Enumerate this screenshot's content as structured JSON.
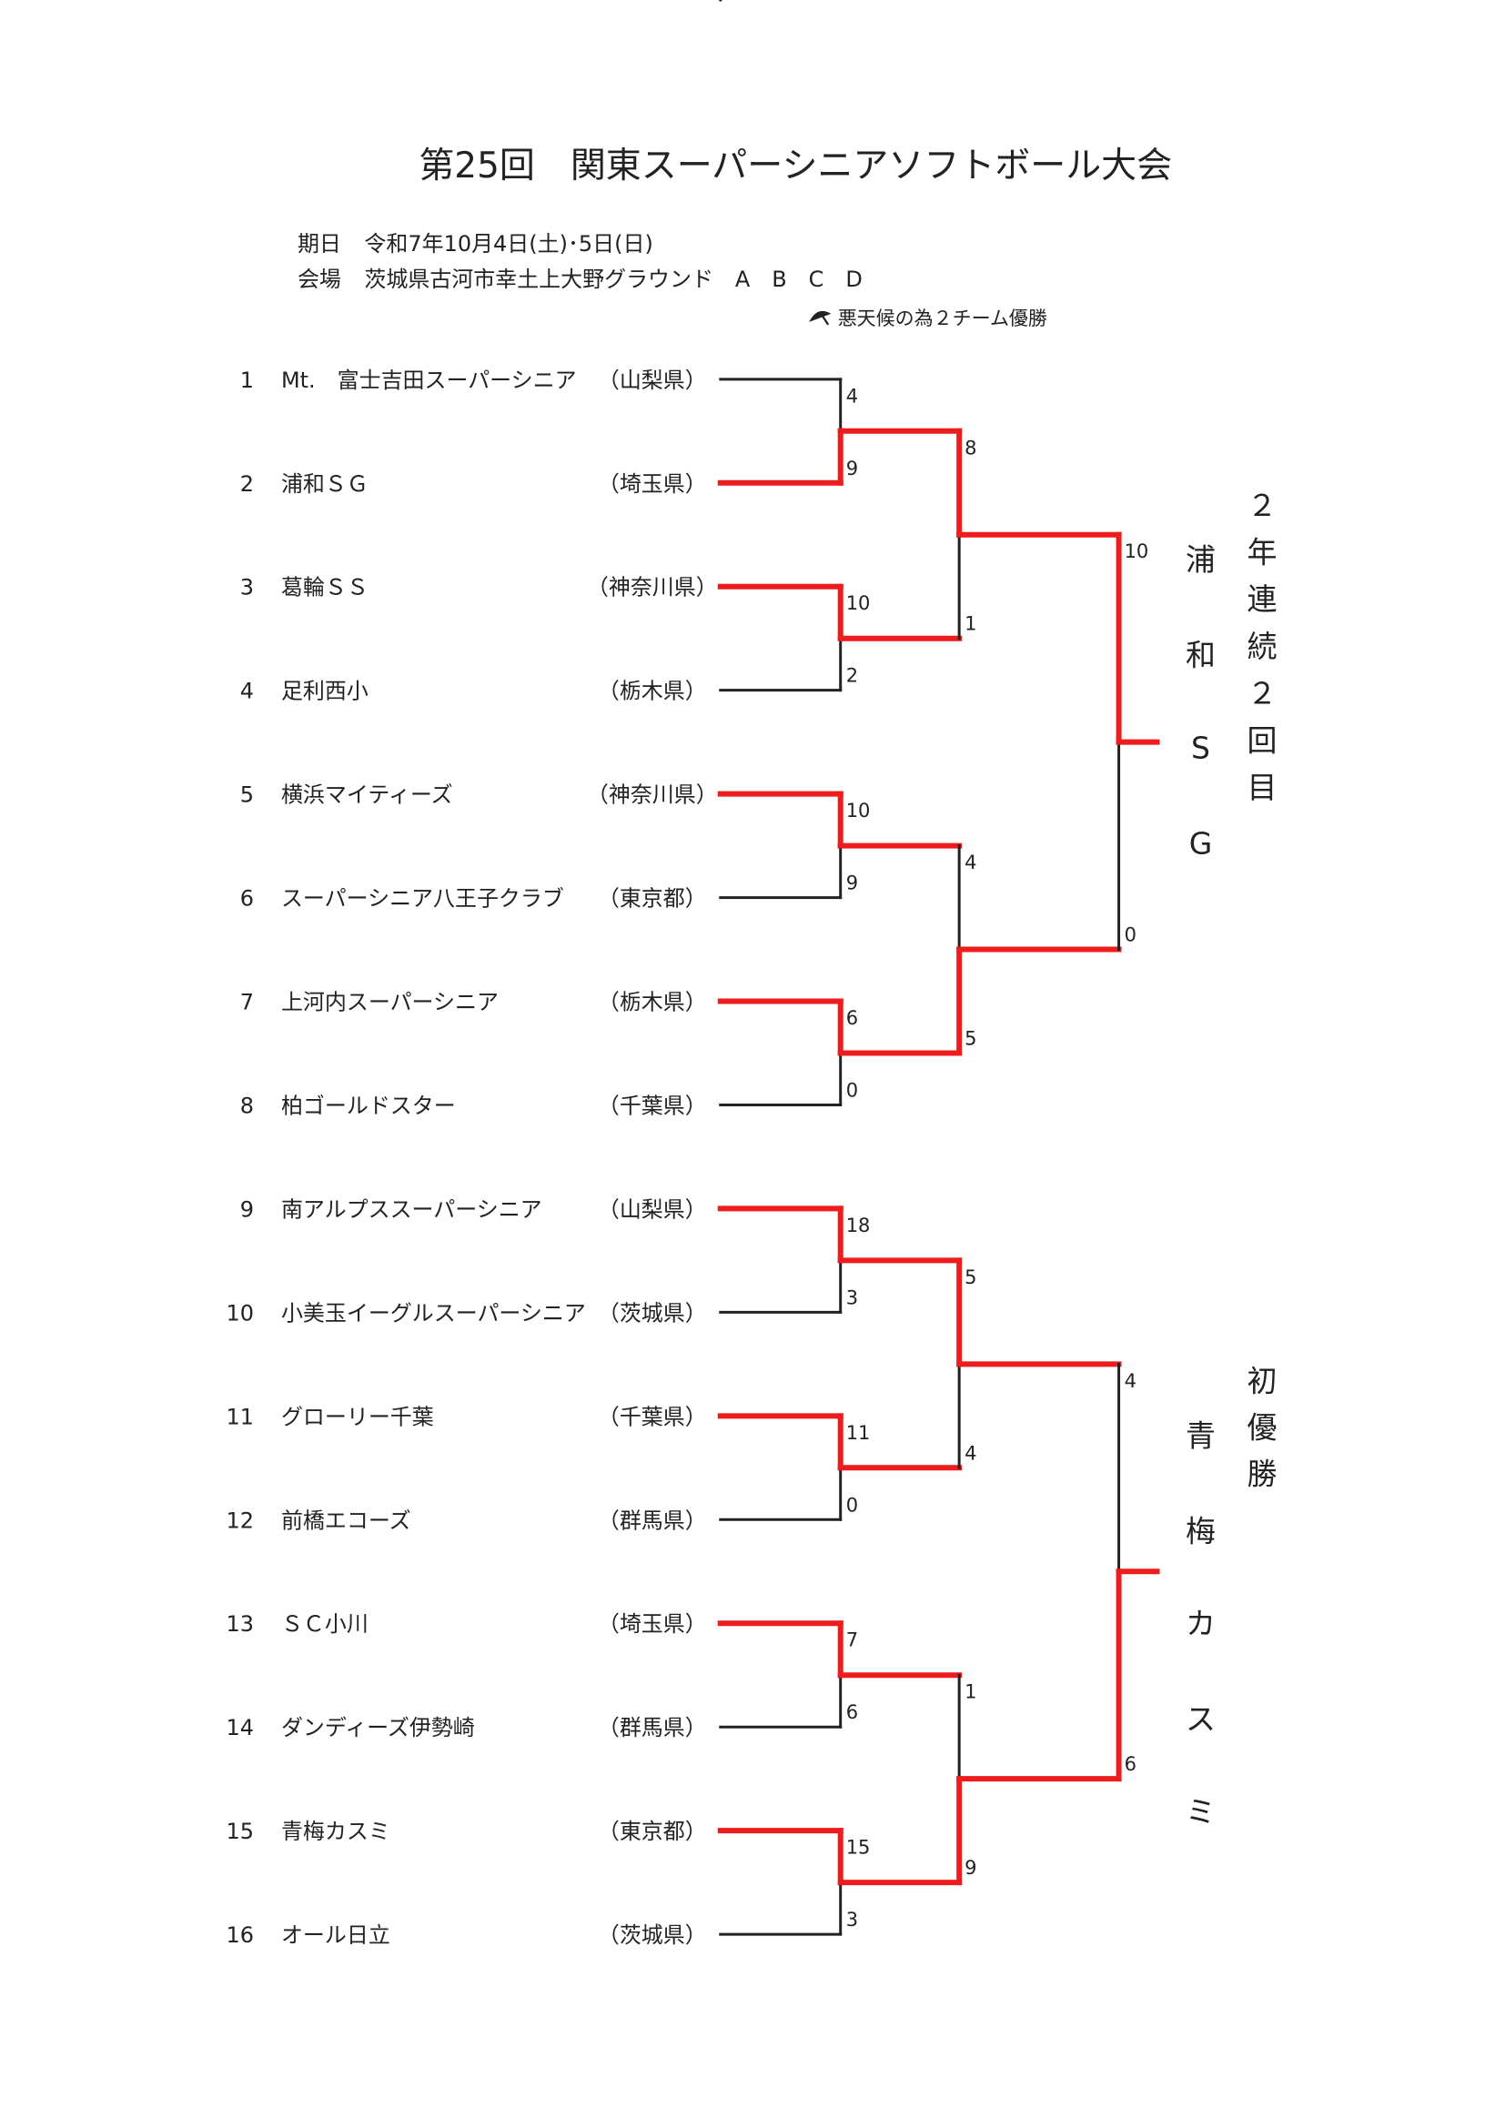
{
  "title": "第25回　関東スーパーシニアソフトボール大会",
  "date_label": "期日",
  "date_value": "令和7年10月4日(土)･5日(日)",
  "venue_label": "会場",
  "venue_value": "茨城県古河市幸土上大野グラウンド　A　B　C　D",
  "note_icon": "umbrella-icon",
  "note": "悪天候の為２チーム優勝",
  "colors": {
    "winner": "#ee1c1c",
    "line": "#222222"
  },
  "teams": [
    {
      "no": "1",
      "name": "Mt.　富士吉田スーパーシニア",
      "pref": "（山梨県）"
    },
    {
      "no": "2",
      "name": "浦和ＳＧ",
      "pref": "（埼玉県）"
    },
    {
      "no": "3",
      "name": "葛輪ＳＳ",
      "pref": "（神奈川県）"
    },
    {
      "no": "4",
      "name": "足利西小",
      "pref": "（栃木県）"
    },
    {
      "no": "5",
      "name": "横浜マイティーズ",
      "pref": "（神奈川県）"
    },
    {
      "no": "6",
      "name": "スーパーシニア八王子クラブ",
      "pref": "（東京都）"
    },
    {
      "no": "7",
      "name": "上河内スーパーシニア",
      "pref": "（栃木県）"
    },
    {
      "no": "8",
      "name": "柏ゴールドスター",
      "pref": "（千葉県）"
    },
    {
      "no": "9",
      "name": "南アルプススーパーシニア",
      "pref": "（山梨県）"
    },
    {
      "no": "10",
      "name": "小美玉イーグルスーパーシニア",
      "pref": "（茨城県）"
    },
    {
      "no": "11",
      "name": "グローリー千葉",
      "pref": "（千葉県）"
    },
    {
      "no": "12",
      "name": "前橋エコーズ",
      "pref": "（群馬県）"
    },
    {
      "no": "13",
      "name": "ＳＣ小川",
      "pref": "（埼玉県）"
    },
    {
      "no": "14",
      "name": "ダンディーズ伊勢崎",
      "pref": "（群馬県）"
    },
    {
      "no": "15",
      "name": "青梅カスミ",
      "pref": "（東京都）"
    },
    {
      "no": "16",
      "name": "オール日立",
      "pref": "（茨城県）"
    }
  ],
  "rounds": [
    [
      [
        "4",
        "9"
      ],
      [
        "10",
        "2"
      ],
      [
        "10",
        "9"
      ],
      [
        "6",
        "0"
      ],
      [
        "18",
        "3"
      ],
      [
        "11",
        "0"
      ],
      [
        "7",
        "6"
      ],
      [
        "15",
        "3"
      ]
    ],
    [
      [
        "8",
        "1"
      ],
      [
        "4",
        "5"
      ],
      [
        "5",
        "4"
      ],
      [
        "1",
        "9"
      ]
    ],
    [
      [
        "10",
        "0"
      ],
      [
        "4",
        "6"
      ]
    ]
  ],
  "champions": [
    {
      "name": [
        "浦",
        "和",
        "S",
        "G"
      ],
      "note": [
        "２",
        "年",
        "連",
        "続",
        "２",
        "回",
        "目"
      ]
    },
    {
      "name": [
        "青",
        "梅",
        "カ",
        "ス",
        "ミ"
      ],
      "note": [
        "初",
        "優",
        "勝"
      ]
    }
  ]
}
